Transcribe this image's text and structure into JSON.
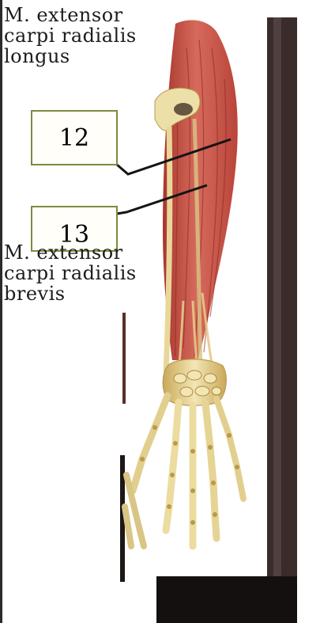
{
  "labels": {
    "top_note": "M. extensor\ncarpi radialis\nlongus",
    "bottom_note": "M. extensor\ncarpi radialis\nbrevis",
    "box_12": "12",
    "box_13": "13"
  },
  "colors": {
    "muscle": "#c5564a",
    "muscle_dark": "#8a2a22",
    "bone": "#e9d79a",
    "bone_shade": "#b89a4a",
    "label_box_border": "#7d8a3e",
    "frame_dark": "#3a2c2a",
    "frame_black": "#141010",
    "ink": "#1c1c1c"
  }
}
